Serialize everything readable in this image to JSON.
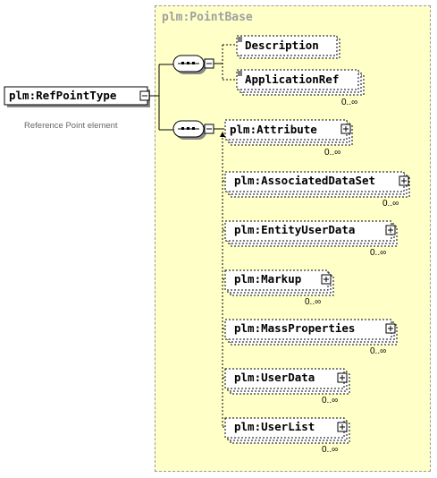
{
  "diagram": {
    "base_type": "plm:PointBase",
    "root_element": "plm:RefPointType",
    "root_note": "Reference Point element",
    "first_sequence": [
      {
        "name": "Description",
        "cardinality": ""
      },
      {
        "name": "ApplicationRef",
        "cardinality": "0..∞"
      }
    ],
    "second_sequence": [
      {
        "name": "plm:Attribute",
        "cardinality": "0..∞"
      },
      {
        "name": "plm:AssociatedDataSet",
        "cardinality": "0..∞"
      },
      {
        "name": "plm:EntityUserData",
        "cardinality": "0..∞"
      },
      {
        "name": "plm:Markup",
        "cardinality": "0..∞"
      },
      {
        "name": "plm:MassProperties",
        "cardinality": "0..∞"
      },
      {
        "name": "plm:UserData",
        "cardinality": "0..∞"
      },
      {
        "name": "plm:UserList",
        "cardinality": "0..∞"
      }
    ]
  }
}
